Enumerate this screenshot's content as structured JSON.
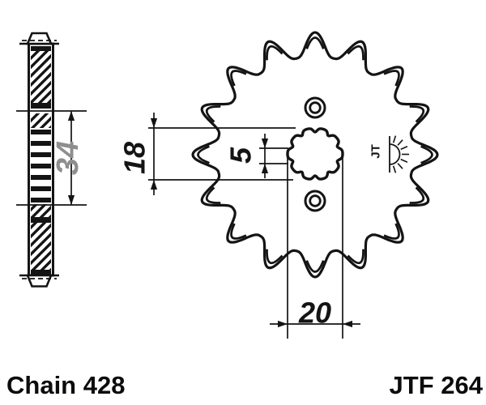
{
  "footer": {
    "chain_label": "Chain 428",
    "part_number": "JTF 264"
  },
  "side_view": {
    "dim_overall_width": "34"
  },
  "front_view": {
    "teeth": 16,
    "dim_bore_height": "18",
    "dim_spline_groove": "5",
    "dim_bore_width": "20",
    "logo_text": "JT"
  },
  "colors": {
    "line": "#141414",
    "dim_grey": "#8e8e8e",
    "background": "#ffffff"
  }
}
